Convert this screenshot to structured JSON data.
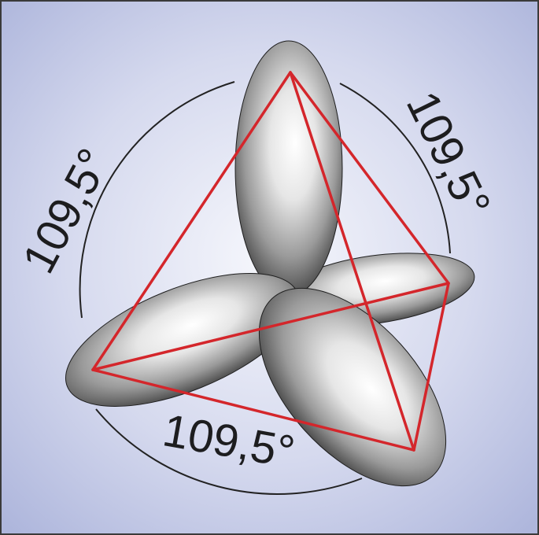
{
  "figure": {
    "angle_labels": [
      "109,5°",
      "109,5°",
      "109,5°"
    ],
    "colors": {
      "background_center": "#f4f5fb",
      "background_edge": "#b8bfe0",
      "frame": "#3a3a3a",
      "tetrahedron_edges": "#d4262b",
      "lobe_highlight": "#ffffff",
      "lobe_shadow": "#3c3c3c",
      "arc_and_text": "#1d1d1f"
    },
    "lobe_count": 4,
    "tetrahedron_edge_count": 6
  }
}
